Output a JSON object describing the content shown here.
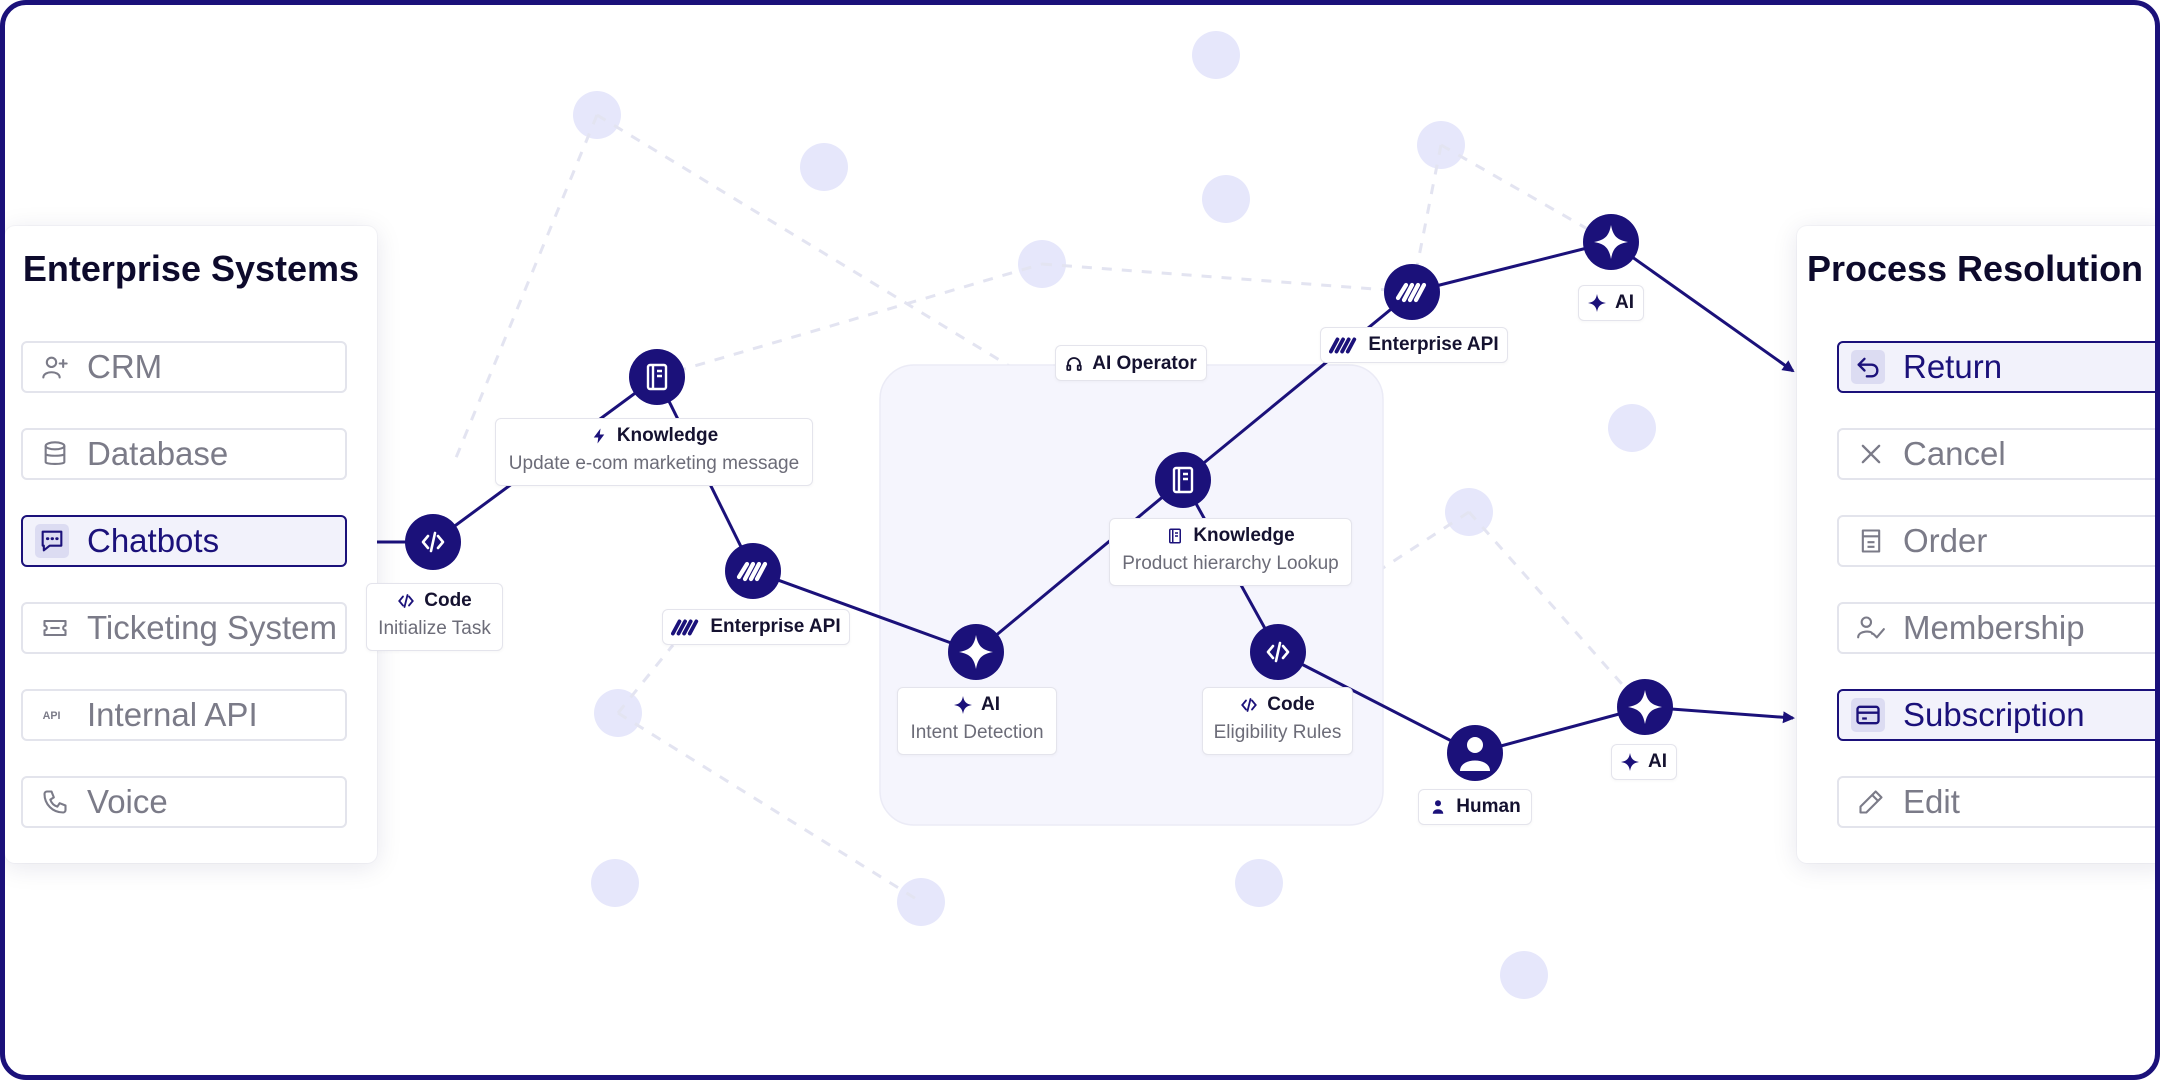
{
  "colors": {
    "primary": "#1b117a",
    "bubble": "#e6e7fb",
    "dashed": "#e3e4f1",
    "zone": "#f5f5fd"
  },
  "left_panel": {
    "title": "Enterprise Systems",
    "items": [
      {
        "label": "CRM",
        "icon": "user-plus-icon",
        "active": false
      },
      {
        "label": "Database",
        "icon": "database-icon",
        "active": false
      },
      {
        "label": "Chatbots",
        "icon": "chat-icon",
        "active": true
      },
      {
        "label": "Ticketing System",
        "icon": "ticket-icon",
        "active": false
      },
      {
        "label": "Internal API",
        "icon": "api-icon",
        "active": false
      },
      {
        "label": "Voice",
        "icon": "phone-icon",
        "active": false
      }
    ]
  },
  "right_panel": {
    "title": "Process Resolution",
    "items": [
      {
        "label": "Return",
        "icon": "undo-icon",
        "active": true
      },
      {
        "label": "Cancel",
        "icon": "close-icon",
        "active": false
      },
      {
        "label": "Order",
        "icon": "receipt-icon",
        "active": false
      },
      {
        "label": "Membership",
        "icon": "member-check-icon",
        "active": false
      },
      {
        "label": "Subscription",
        "icon": "credit-card-icon",
        "active": true
      },
      {
        "label": "Edit",
        "icon": "pencil-icon",
        "active": false
      }
    ]
  },
  "zone": {
    "label": "AI Operator",
    "icon": "headset-icon"
  },
  "flow_nodes": [
    {
      "id": "code1",
      "type": "code",
      "icon": "code-icon",
      "title": "Code",
      "subtitle": "Initialize Task"
    },
    {
      "id": "know1",
      "type": "knowledge",
      "icon": "notebook-icon",
      "title": "Knowledge",
      "title_icon": "bolt-icon",
      "subtitle": "Update e-com marketing message"
    },
    {
      "id": "api1",
      "type": "api",
      "icon": "api-logo-icon",
      "title": "Enterprise API",
      "subtitle": ""
    },
    {
      "id": "ai1",
      "type": "ai",
      "icon": "sparkle-icon",
      "title": "AI",
      "subtitle": "Intent Detection"
    },
    {
      "id": "know2",
      "type": "knowledge",
      "icon": "notebook-icon",
      "title": "Knowledge",
      "title_icon": "notebook-icon",
      "subtitle": "Product hierarchy Lookup"
    },
    {
      "id": "api2",
      "type": "api",
      "icon": "api-logo-icon",
      "title": "Enterprise API",
      "subtitle": ""
    },
    {
      "id": "ai2",
      "type": "ai",
      "icon": "sparkle-icon",
      "title": "AI",
      "subtitle": ""
    },
    {
      "id": "code2",
      "type": "code",
      "icon": "code-icon",
      "title": "Code",
      "subtitle": "Eligibility Rules"
    },
    {
      "id": "human1",
      "type": "human",
      "icon": "person-icon",
      "title": "Human",
      "subtitle": ""
    },
    {
      "id": "ai3",
      "type": "ai",
      "icon": "sparkle-icon",
      "title": "AI",
      "subtitle": ""
    }
  ]
}
